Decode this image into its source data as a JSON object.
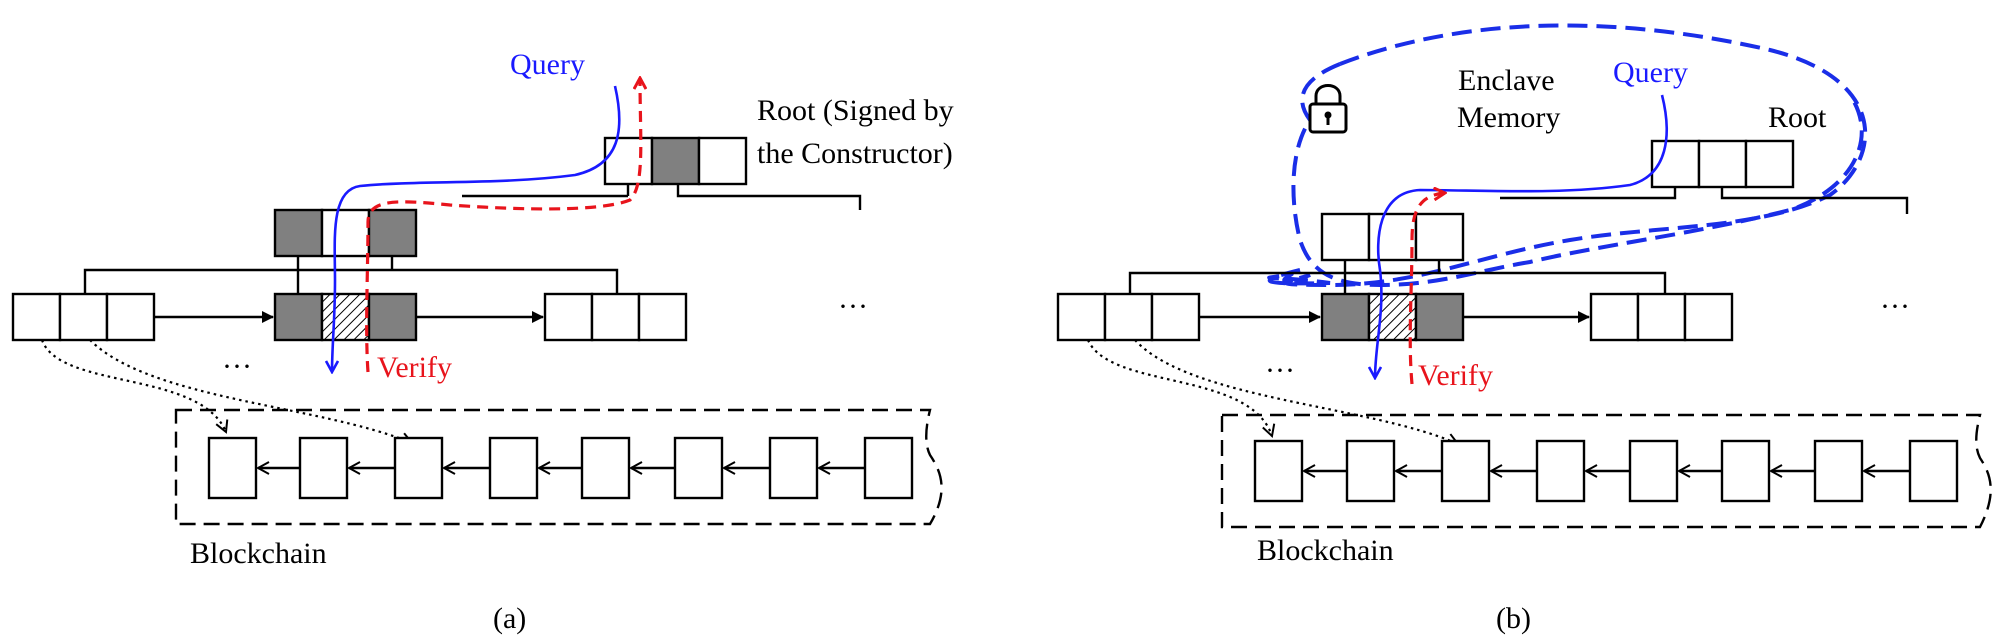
{
  "panel_a": {
    "query_label": "Query",
    "verify_label": "Verify",
    "root_label_line1": "Root (Signed by",
    "root_label_line2": "the Constructor)",
    "ellipsis_right": "···",
    "ellipsis_below": "···",
    "blockchain_label": "Blockchain",
    "caption": "(a)"
  },
  "panel_b": {
    "query_label": "Query",
    "verify_label": "Verify",
    "enclave_label_line1": "Enclave",
    "enclave_label_line2": "Memory",
    "root_label": "Root",
    "ellipsis_right": "···",
    "ellipsis_below": "···",
    "blockchain_label": "Blockchain",
    "caption": "(b)"
  },
  "colors": {
    "query": "#1a1aff",
    "verify": "#e8141c",
    "enclave_boundary": "#1a2ee8",
    "highlighted_node": "#808080"
  },
  "icons": {
    "enclave": "lock-icon"
  }
}
